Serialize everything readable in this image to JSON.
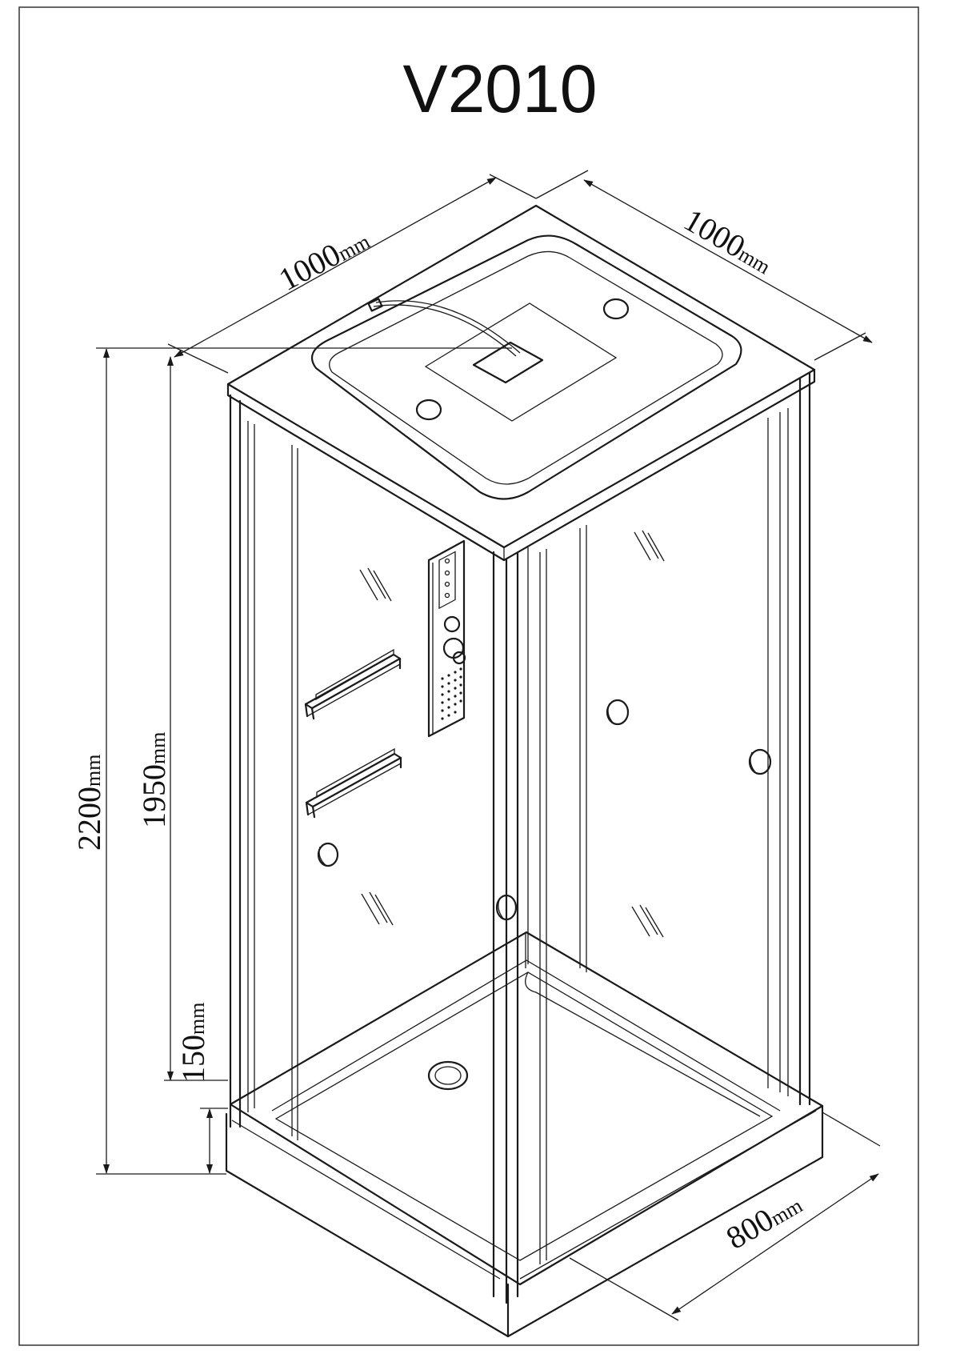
{
  "title": "V2010",
  "dimensions": {
    "top_left_width": {
      "value": "1000",
      "unit": "mm"
    },
    "top_right_depth": {
      "value": "1000",
      "unit": "mm"
    },
    "overall_height": {
      "value": "2200",
      "unit": "mm"
    },
    "enclosure_height": {
      "value": "1950",
      "unit": "mm"
    },
    "tray_height": {
      "value": "150",
      "unit": "mm"
    },
    "door_width": {
      "value": "800",
      "unit": "mm"
    }
  },
  "colors": {
    "line": "#1a1a1a",
    "background": "#ffffff"
  }
}
